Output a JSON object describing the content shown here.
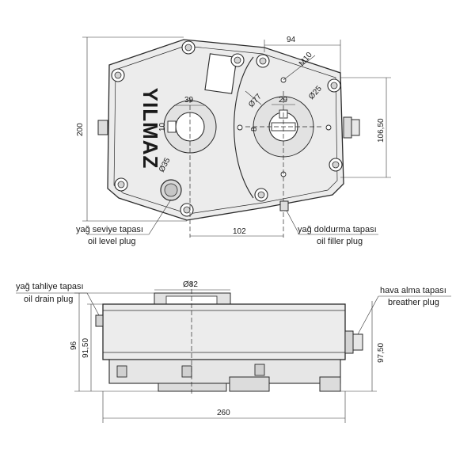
{
  "dimensions": {
    "top_width": "94",
    "thread": "M10",
    "flange_diameter": "Ø77",
    "output_bore": "Ø25",
    "output_keyway": "29",
    "output_key": "8",
    "input_bore_width": "39",
    "input_key": "10",
    "input_flange": "Ø35",
    "height": "200",
    "side_height": "106,50",
    "shaft_distance": "102",
    "bottom_shaft": "Ø82",
    "bottom_height_total": "96",
    "bottom_height": "91,50",
    "bottom_right_height": "97,50",
    "length": "260"
  },
  "labels": {
    "oil_level_tr": "yağ seviye tapası",
    "oil_level_en": "oil level plug",
    "oil_filler_tr": "yağ doldurma tapası",
    "oil_filler_en": "oil filler plug",
    "oil_drain_tr": "yağ tahliye tapası",
    "oil_drain_en": "oil drain plug",
    "breather_tr": "hava alma tapası",
    "breather_en": "breather plug"
  },
  "logo": "YILMAZ"
}
